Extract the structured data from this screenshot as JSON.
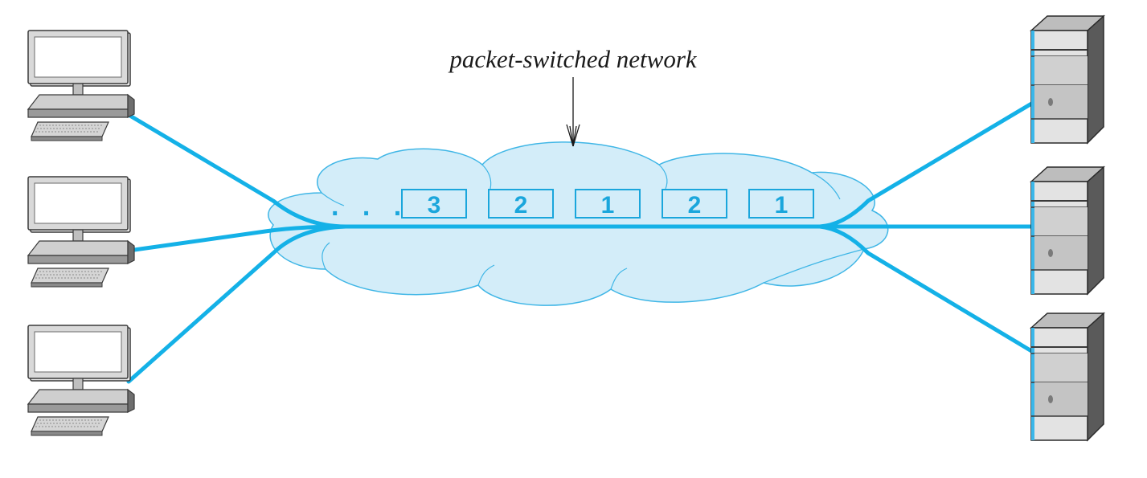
{
  "diagram": {
    "title": "packet-switched network",
    "packet_ellipsis": ". . .",
    "packets": [
      "3",
      "2",
      "1",
      "2",
      "1"
    ],
    "client_count": 3,
    "server_count": 3,
    "colors": {
      "link": "#14b1e7",
      "cloud_fill": "#d3edf9",
      "cloud_stroke": "#3fb6e6",
      "packet_stroke": "#1aa6dc",
      "device_grey": "#c9c9c9",
      "device_dark": "#4a4a4a"
    }
  }
}
